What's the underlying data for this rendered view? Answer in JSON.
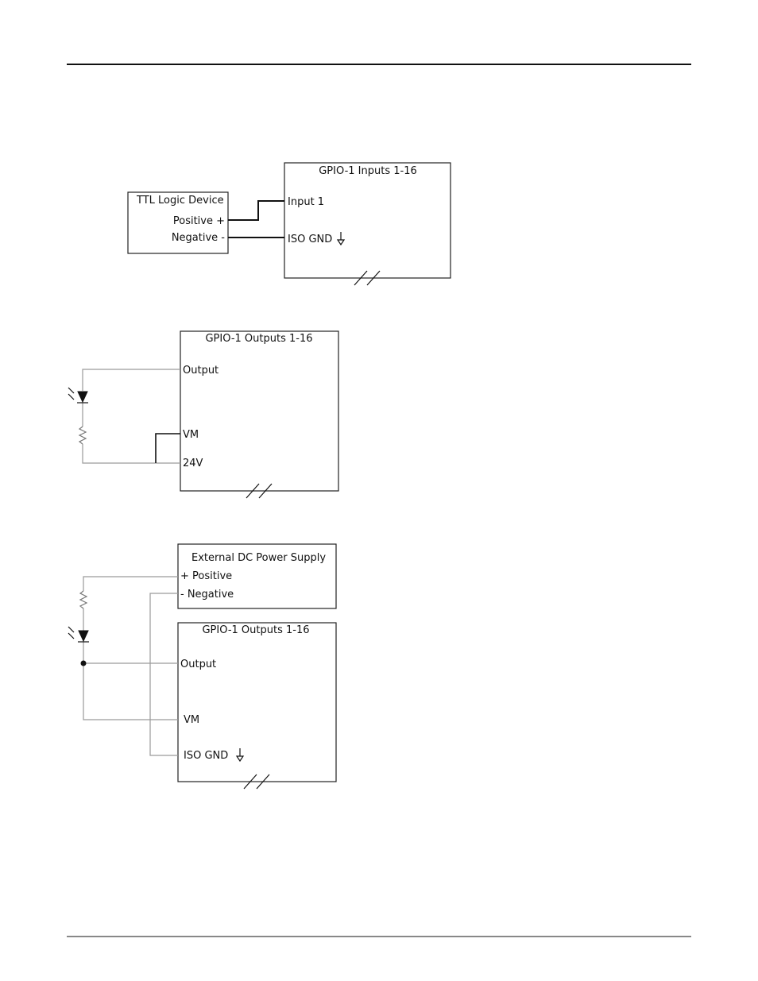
{
  "diagram1": {
    "ttl_device": {
      "title": "TTL Logic Device",
      "positive": "Positive +",
      "negative": "Negative -"
    },
    "gpio_inputs": {
      "title": "GPIO-1 Inputs 1-16",
      "input1": "Input 1",
      "iso_gnd": "ISO GND"
    }
  },
  "diagram2": {
    "gpio_outputs": {
      "title": "GPIO-1 Outputs 1-16",
      "output": "Output",
      "vm": "VM",
      "v24": "24V"
    }
  },
  "diagram3": {
    "power_supply": {
      "title": "External  DC Power Supply",
      "positive": "+ Positive",
      "negative": "- Negative"
    },
    "gpio_outputs": {
      "title": "GPIO-1 Outputs 1-16",
      "output": "Output",
      "vm": "VM",
      "iso_gnd": "ISO GND"
    }
  }
}
